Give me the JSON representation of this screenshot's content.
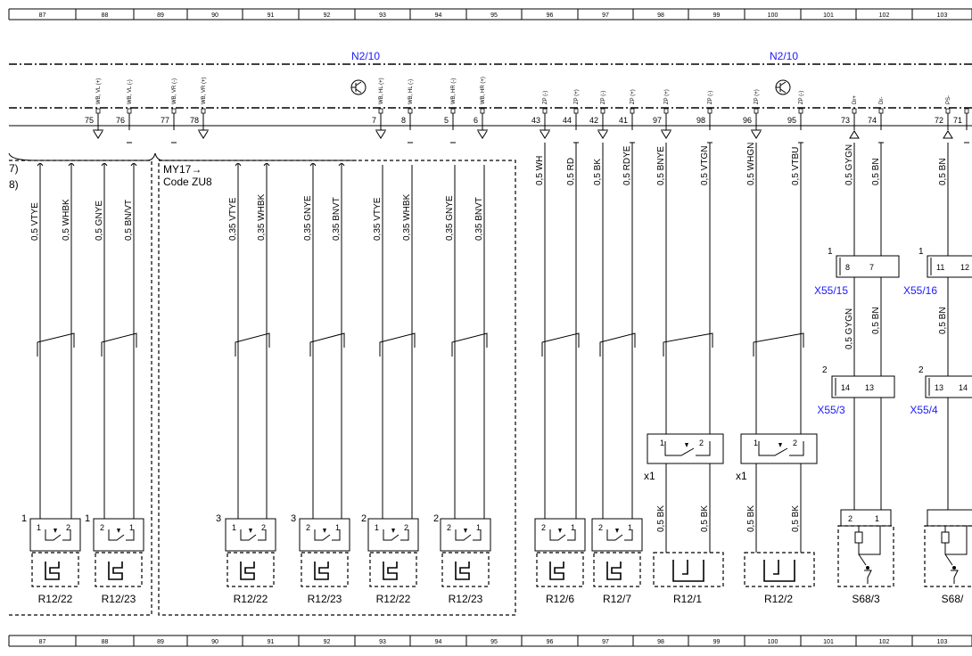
{
  "grid_numbers": [
    "87",
    "88",
    "89",
    "90",
    "91",
    "92",
    "93",
    "94",
    "95",
    "96",
    "97",
    "98",
    "99",
    "100",
    "101",
    "102",
    "103"
  ],
  "modules": {
    "left": "N2/10",
    "right": "N2/10"
  },
  "frame_note": {
    "line1": "MY17→",
    "line2": "Code ZU8"
  },
  "edge_text": {
    "l1": "7)",
    "l2": "8)"
  },
  "pins": [
    {
      "label": "WB, VL (+)",
      "num": "75"
    },
    {
      "label": "WB, VL (-)",
      "num": "76"
    },
    {
      "label": "WB, VR (-)",
      "num": "77"
    },
    {
      "label": "WB, VR (+)",
      "num": "78"
    },
    {
      "label": "WB, HL (+)",
      "num": "7"
    },
    {
      "label": "WB, HL (-)",
      "num": "8"
    },
    {
      "label": "WB, HR (-)",
      "num": "5"
    },
    {
      "label": "WB, HR (+)",
      "num": "6"
    },
    {
      "label": "ZP (-)",
      "num": "43"
    },
    {
      "label": "ZP (+)",
      "num": "44"
    },
    {
      "label": "ZP (-)",
      "num": "42"
    },
    {
      "label": "ZP (+)",
      "num": "41"
    },
    {
      "label": "ZP (+)",
      "num": "97"
    },
    {
      "label": "ZP (-)",
      "num": "98"
    },
    {
      "label": "ZP (+)",
      "num": "96"
    },
    {
      "label": "ZP (-)",
      "num": "95"
    },
    {
      "label": "Dr+",
      "num": "73"
    },
    {
      "label": "Dr-",
      "num": "74"
    },
    {
      "label": "PS-",
      "num": "72"
    },
    {
      "label": "",
      "num": "71"
    }
  ],
  "wires_top": [
    {
      "label": "0,5 VTYE"
    },
    {
      "label": "0,5 WHBK"
    },
    {
      "label": "0,5 GNYE"
    },
    {
      "label": "0,5 BN/VT"
    },
    {
      "label": "0,35 VTYE"
    },
    {
      "label": "0,35 WHBK"
    },
    {
      "label": "0,35 GNYE"
    },
    {
      "label": "0,35 BNVT"
    },
    {
      "label": "0,35 VTYE"
    },
    {
      "label": "0,35 WHBK"
    },
    {
      "label": "0,35 GNYE"
    },
    {
      "label": "0,35 BNVT"
    },
    {
      "label": "0,5 WH"
    },
    {
      "label": "0,5 RD"
    },
    {
      "label": "0,5 BK"
    },
    {
      "label": "0,5 RDYE"
    },
    {
      "label": "0,5 BNYE"
    },
    {
      "label": "0,5 VTGN"
    },
    {
      "label": "0,5 WHGN"
    },
    {
      "label": "0,5 VTBU"
    },
    {
      "label": "0,5 GYGN"
    },
    {
      "label": "0,5 BN"
    },
    {
      "label": "0,5 BN"
    }
  ],
  "wires_mid": [
    {
      "label": "0,5 GYGN"
    },
    {
      "label": "0,5 BN"
    },
    {
      "label": "0,5 BN"
    }
  ],
  "wires_bottom": [
    {
      "label": "0,5 BK"
    },
    {
      "label": "0,5 BK"
    },
    {
      "label": "0,5 BK"
    },
    {
      "label": "0,5 BK"
    }
  ],
  "connectors": [
    {
      "name": "X55/15",
      "index": "1",
      "pins": [
        "8",
        "7"
      ]
    },
    {
      "name": "X55/16",
      "index": "1",
      "pins": [
        "11",
        "12"
      ]
    },
    {
      "name": "X55/3",
      "index": "2",
      "pins": [
        "14",
        "13"
      ]
    },
    {
      "name": "X55/4",
      "index": "2",
      "pins": [
        "13",
        "14"
      ]
    }
  ],
  "switch_x1": [
    {
      "label": "x1",
      "pins": [
        "1",
        "2"
      ]
    },
    {
      "label": "x1",
      "pins": [
        "1",
        "2"
      ]
    }
  ],
  "components": [
    {
      "name": "R12/22",
      "index": "1",
      "pins": [
        "1",
        "2"
      ]
    },
    {
      "name": "R12/23",
      "index": "1",
      "pins": [
        "2",
        "1"
      ]
    },
    {
      "name": "R12/22",
      "index": "3",
      "pins": [
        "1",
        "2"
      ]
    },
    {
      "name": "R12/23",
      "index": "3",
      "pins": [
        "2",
        "1"
      ]
    },
    {
      "name": "R12/22",
      "index": "2",
      "pins": [
        "1",
        "2"
      ]
    },
    {
      "name": "R12/23",
      "index": "2",
      "pins": [
        "2",
        "1"
      ]
    },
    {
      "name": "R12/6",
      "index": "",
      "pins": [
        "2",
        "1"
      ]
    },
    {
      "name": "R12/7",
      "index": "",
      "pins": [
        "2",
        "1"
      ]
    },
    {
      "name": "R12/1",
      "index": "",
      "pins": []
    },
    {
      "name": "R12/2",
      "index": "",
      "pins": []
    },
    {
      "name": "S68/3",
      "index": "",
      "pins": [
        "2",
        "1"
      ]
    },
    {
      "name": "S68/",
      "index": "",
      "pins": []
    }
  ]
}
